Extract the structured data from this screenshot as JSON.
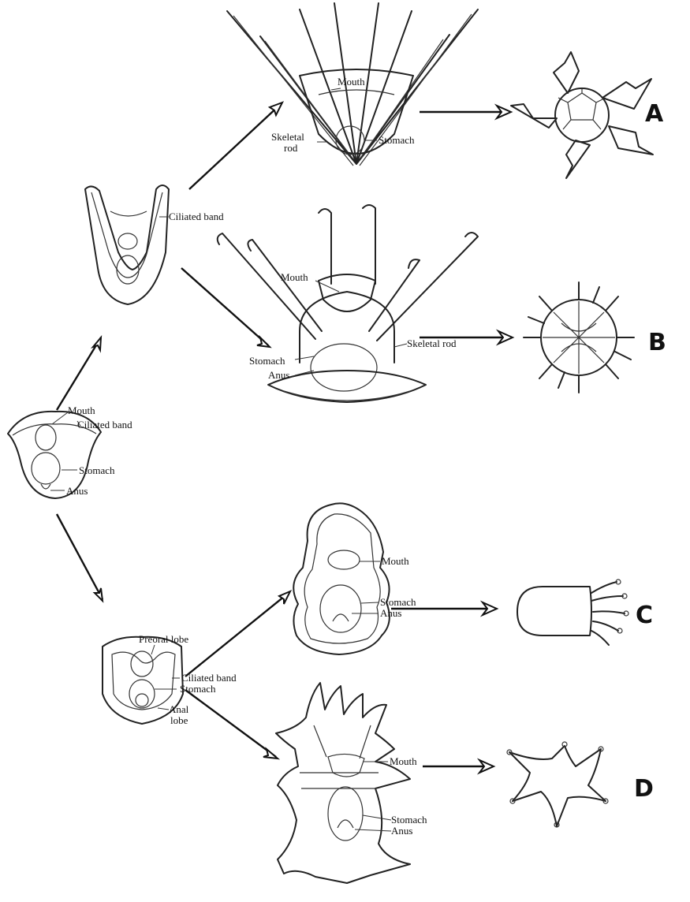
{
  "labels": {
    "early": {
      "mouth": "Mouth",
      "ciliated_band": "Ciliated band",
      "stomach": "Stomach",
      "anus": "Anus"
    },
    "pluteus": {
      "ciliated_band": "Ciliated band"
    },
    "a": {
      "mouth": "Mouth",
      "skeletal": "Skeletal",
      "rod": "rod",
      "stomach": "Stomach"
    },
    "b": {
      "mouth": "Mouth",
      "stomach": "Stomach",
      "anus": "Anus",
      "skeletal_rod": "Skeletal rod"
    },
    "auricularia": {
      "preoral_lobe": "Preoral lobe",
      "ciliated_band": "Ciliated band",
      "stomach": "Stomach",
      "anal": "Anal",
      "lobe": "lobe"
    },
    "c": {
      "mouth": "Mouth",
      "stomach": "Stomach",
      "anus": "Anus"
    },
    "d": {
      "mouth": "Mouth",
      "stomach": "Stomach",
      "anus": "Anus"
    }
  },
  "letters": {
    "a": "A",
    "b": "B",
    "c": "C",
    "d": "D"
  },
  "colors": {
    "ink": "#111111",
    "background": "#ffffff"
  }
}
